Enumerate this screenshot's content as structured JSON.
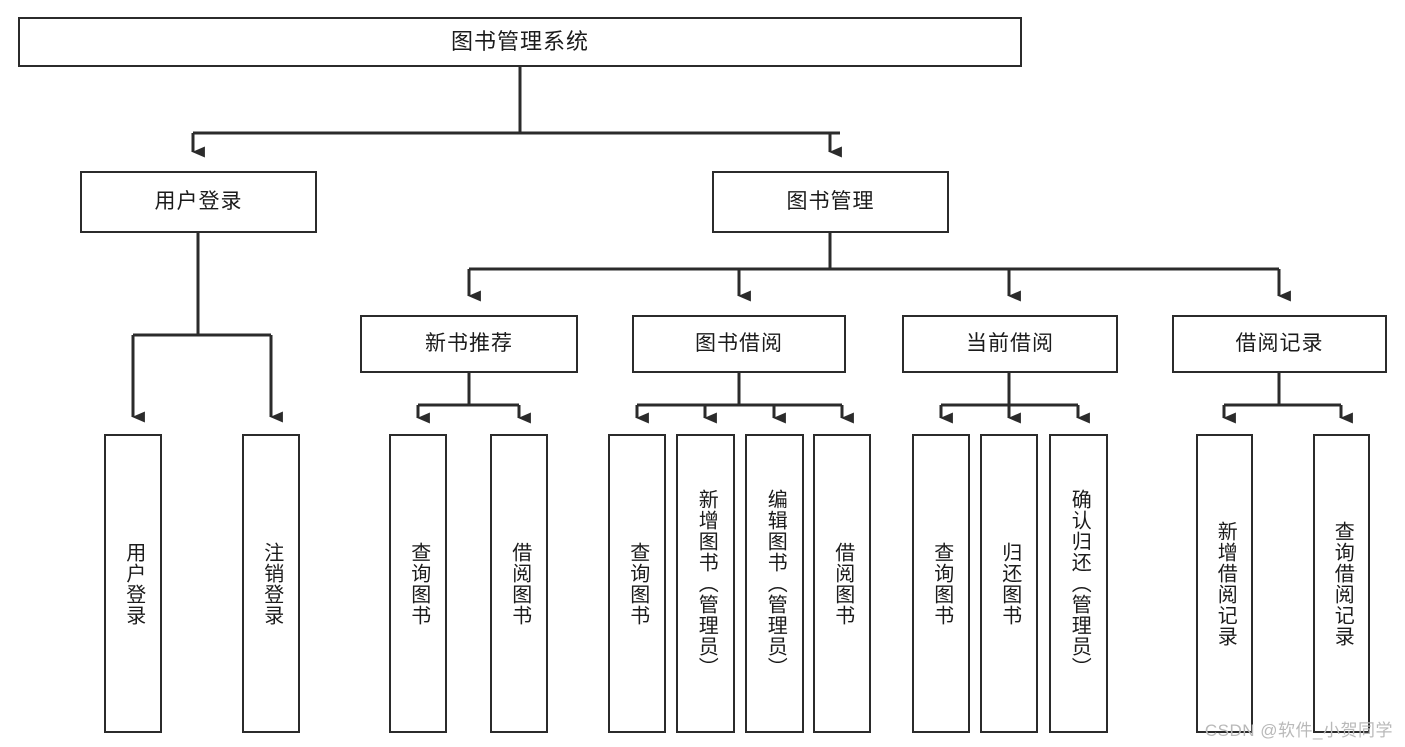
{
  "diagram": {
    "title": "图书管理系统",
    "type": "tree",
    "orientation": "top-down",
    "colors": {
      "box_border": "#2b2b2b",
      "box_fill": "#ffffff",
      "connector": "#2b2b2b",
      "background": "#ffffff",
      "watermark": "#b9b9b9"
    }
  },
  "nodes": {
    "root": {
      "label": "图书管理系统"
    },
    "level2": [
      {
        "id": "user-login",
        "label": "用户登录"
      },
      {
        "id": "book-management",
        "label": "图书管理"
      }
    ],
    "level3": [
      {
        "id": "new-book-recommend",
        "label": "新书推荐",
        "parent": "book-management"
      },
      {
        "id": "book-borrow",
        "label": "图书借阅",
        "parent": "book-management"
      },
      {
        "id": "current-borrow",
        "label": "当前借阅",
        "parent": "book-management"
      },
      {
        "id": "borrow-record",
        "label": "借阅记录",
        "parent": "book-management"
      }
    ],
    "leaves": {
      "user-login": [
        {
          "id": "leaf-user-login",
          "label": "用户登录"
        },
        {
          "id": "leaf-user-logout",
          "label": "注销登录"
        }
      ],
      "new-book-recommend": [
        {
          "id": "leaf-query-book-1",
          "label": "查询图书"
        },
        {
          "id": "leaf-borrow-book-1",
          "label": "借阅图书"
        }
      ],
      "book-borrow": [
        {
          "id": "leaf-query-book-2",
          "label": "查询图书"
        },
        {
          "id": "leaf-add-book",
          "label": "新增图书（管理员）"
        },
        {
          "id": "leaf-edit-book",
          "label": "编辑图书（管理员）"
        },
        {
          "id": "leaf-borrow-book-2",
          "label": "借阅图书"
        }
      ],
      "current-borrow": [
        {
          "id": "leaf-query-book-3",
          "label": "查询图书"
        },
        {
          "id": "leaf-return-book",
          "label": "归还图书"
        },
        {
          "id": "leaf-confirm-return",
          "label": "确认归还（管理员）"
        }
      ],
      "borrow-record": [
        {
          "id": "leaf-add-record",
          "label": "新增借阅记录"
        },
        {
          "id": "leaf-query-record",
          "label": "查询借阅记录"
        }
      ]
    }
  },
  "watermark": {
    "text": "CSDN @软件_小贺同学"
  }
}
